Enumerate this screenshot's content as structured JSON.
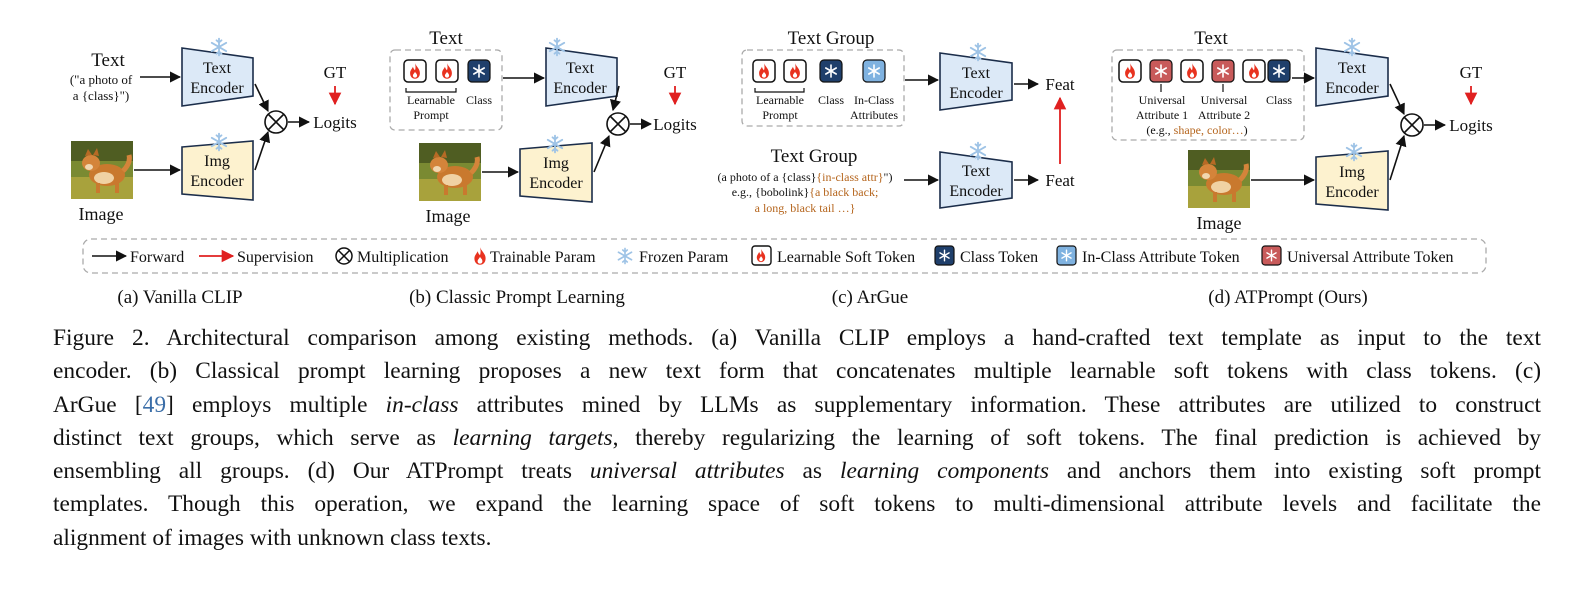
{
  "panels": {
    "a": {
      "caption": "(a) Vanilla CLIP",
      "text_label": "Text",
      "text_template_line1": "(\"a photo of",
      "text_template_line2": "a {class}\")",
      "text_encoder": [
        "Text",
        "Encoder"
      ],
      "img_encoder": [
        "Img",
        "Encoder"
      ],
      "image_label": "Image",
      "gt": "GT",
      "logits": "Logits"
    },
    "b": {
      "caption": "(b) Classic Prompt Learning",
      "text_label": "Text",
      "learnable_prompt": [
        "Learnable",
        "Prompt"
      ],
      "class_label": "Class",
      "text_encoder": [
        "Text",
        "Encoder"
      ],
      "img_encoder": [
        "Img",
        "Encoder"
      ],
      "image_label": "Image",
      "gt": "GT",
      "logits": "Logits"
    },
    "c": {
      "caption": "(c) ArGue",
      "text_group_top": "Text Group",
      "learnable_prompt": [
        "Learnable",
        "Prompt"
      ],
      "class_label": "Class",
      "in_class_attributes": [
        "In-Class",
        "Attributes"
      ],
      "text_encoder": [
        "Text",
        "Encoder"
      ],
      "feat": "Feat",
      "text_group_bottom": "Text Group",
      "template_prefix": "(a photo of a {class}",
      "template_attr": "{in-class attr}",
      "template_suffix": "\")",
      "example_prefix": "e.g., {bobolink}",
      "example_attr1": "{a black back;",
      "example_attr2": "a long, black tail …}"
    },
    "d": {
      "caption": "(d) ATPrompt (Ours)",
      "text_label": "Text",
      "universal_attr1": [
        "Universal",
        "Attribute 1"
      ],
      "universal_attr2": [
        "Universal",
        "Attribute 2"
      ],
      "class_label": "Class",
      "eg_prefix": "(e.g.,",
      "eg_attrs": "shape, color…",
      "eg_suffix": ")",
      "text_encoder": [
        "Text",
        "Encoder"
      ],
      "img_encoder": [
        "Img",
        "Encoder"
      ],
      "image_label": "Image",
      "gt": "GT",
      "logits": "Logits"
    }
  },
  "legend": {
    "forward": "Forward",
    "supervision": "Supervision",
    "multiplication": "Multiplication",
    "trainable": "Trainable Param",
    "frozen": "Frozen Param",
    "soft_token": "Learnable Soft Token",
    "class_token": "Class Token",
    "in_class_token": "In-Class Attribute Token",
    "universal_token": "Universal Attribute Token"
  },
  "caption_parts": {
    "l1": "Figure 2.  Architectural comparison among existing methods.  (a) Vanilla CLIP employs a hand-crafted text template as input to the text",
    "l2": "encoder.  (b) Classical prompt learning proposes a new text form that concatenates multiple learnable soft tokens with class tokens.  (c)",
    "l3_a": "ArGue [",
    "l3_ref": "49",
    "l3_b": "] employs multiple ",
    "l3_em": "in-class",
    "l3_c": " attributes mined by LLMs as supplementary information. These attributes are utilized to construct",
    "l4_a": "distinct text groups, which serve as ",
    "l4_em": "learning targets",
    "l4_b": ", thereby regularizing the learning of soft tokens. The final prediction is achieved by",
    "l5_a": "ensembling all groups.  (d) Our ATPrompt treats ",
    "l5_em1": "universal attributes",
    "l5_b": " as ",
    "l5_em2": "learning components",
    "l5_c": " and anchors them into existing soft prompt",
    "l6": "templates.  Though this operation, we expand the learning space of soft tokens to multi-dimensional attribute levels and facilitate the",
    "l7": "alignment of images with unknown class texts."
  },
  "colors": {
    "text_encoder_fill": "#dce9f7",
    "img_encoder_fill": "#fdf2cf",
    "flame": "#e8321f",
    "class_token": "#1f3f6b",
    "in_class_token": "#7fb2e0",
    "universal_token": "#c85a5a",
    "supervision": "#e02020",
    "attr_text": "#b5651d",
    "ref": "#3b6ea8"
  }
}
